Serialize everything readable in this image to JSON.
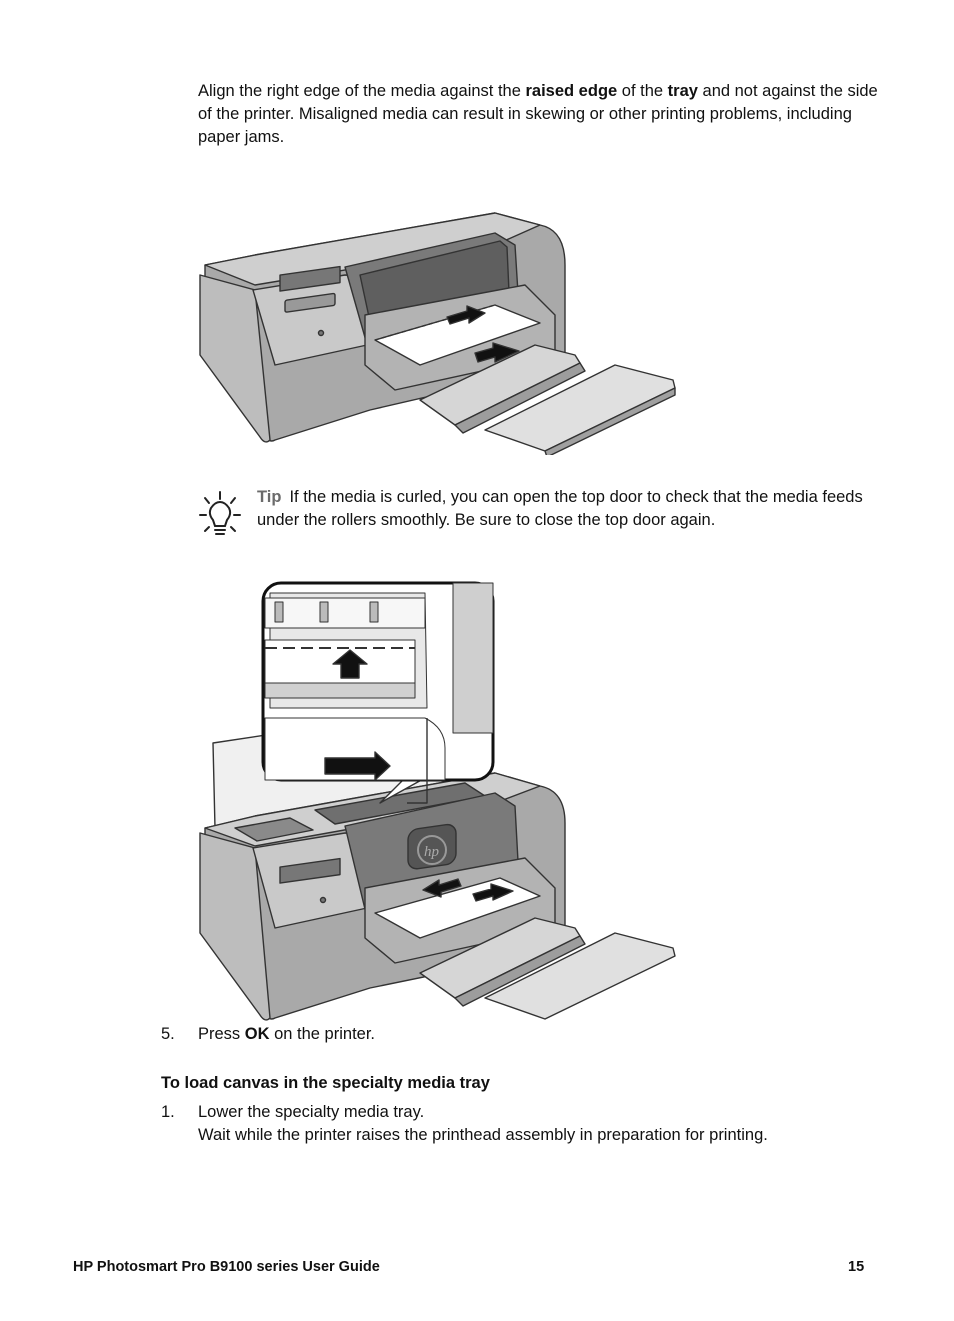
{
  "intro": {
    "part1": "Align the right edge of the media against the ",
    "bold1": "raised edge",
    "part2": " of the ",
    "bold2": "tray",
    "part3": " and not against the side of the printer. Misaligned media can result in skewing or other printing problems, including paper jams."
  },
  "figure1": {
    "icon": "printer-loading-media-illustration"
  },
  "tip": {
    "icon": "lightbulb-icon",
    "label": "Tip",
    "text": "If the media is curled, you can open the top door to check that the media feeds under the rollers smoothly. Be sure to close the top door again."
  },
  "figure2": {
    "icon": "printer-top-door-open-illustration",
    "logo_text": "hp"
  },
  "step5": {
    "number": "5.",
    "text_before": "Press ",
    "bold": "OK",
    "text_after": " on the printer."
  },
  "section": {
    "heading": "To load canvas in the specialty media tray",
    "step1": {
      "number": "1.",
      "line1": "Lower the specialty media tray.",
      "line2": "Wait while the printer raises the printhead assembly in preparation for printing."
    }
  },
  "footer": {
    "title": "HP Photosmart Pro B9100 series User Guide",
    "page": "15"
  }
}
